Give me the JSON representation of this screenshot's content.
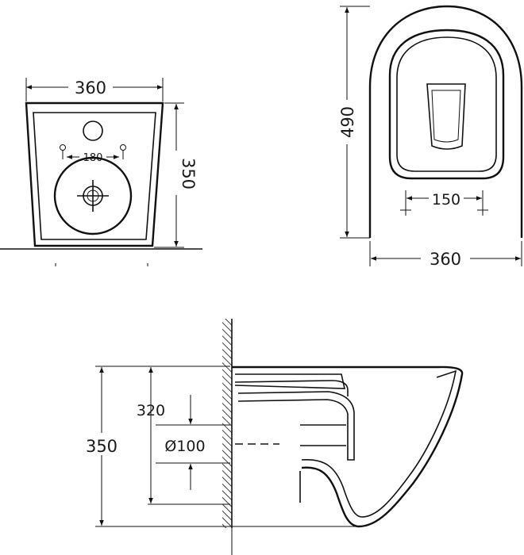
{
  "front_view": {
    "width_label": "360",
    "height_label": "350",
    "hole_spacing_label": "180"
  },
  "top_view": {
    "length_label": "490",
    "width_label": "360",
    "hole_spacing_label": "150"
  },
  "side_view": {
    "height_label": "350",
    "inlet_height_label": "320",
    "outlet_diameter_label": "Ø100"
  },
  "colors": {
    "line": "#111111",
    "background": "#ffffff"
  }
}
